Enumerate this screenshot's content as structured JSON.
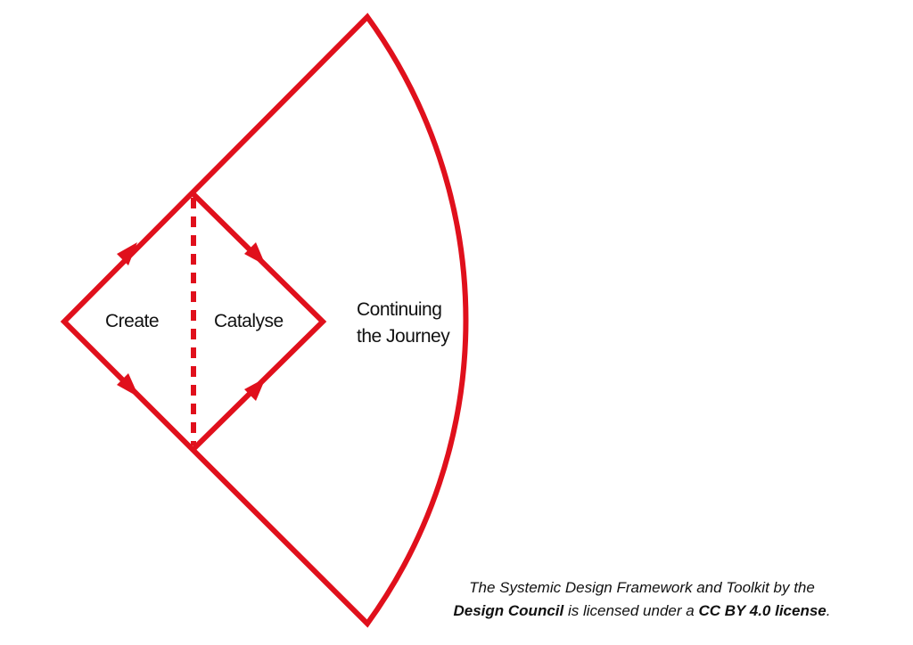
{
  "diagram": {
    "stages": {
      "create": "Create",
      "catalyse": "Catalyse",
      "continuing_line1": "Continuing",
      "continuing_line2": "the Journey"
    },
    "caption": {
      "part1": "The Systemic Design Framework and Toolkit by the",
      "org": "Design Council",
      "part2": " is licensed under a ",
      "license": "CC BY 4.0 license",
      "part3": "."
    }
  },
  "colors": {
    "accent": "#e0101c",
    "text": "#111111",
    "background": "#ffffff"
  }
}
